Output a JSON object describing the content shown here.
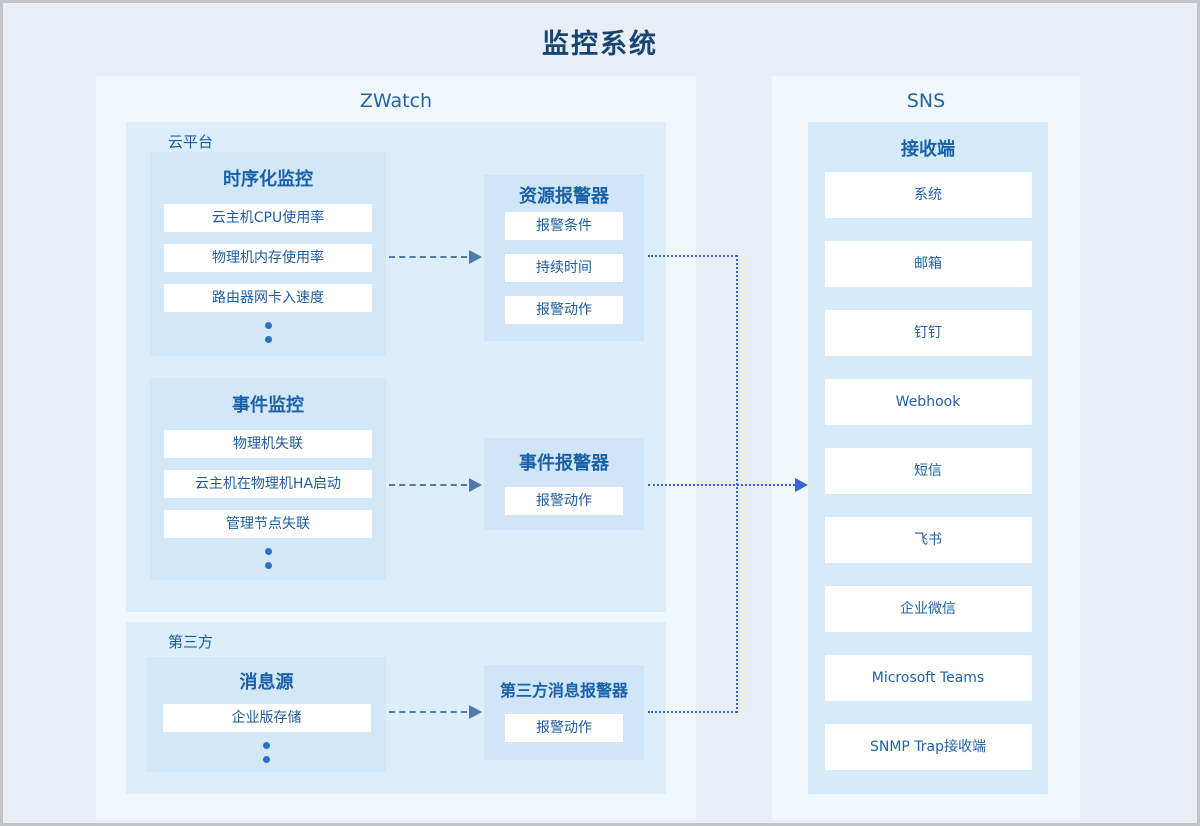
{
  "title": "监控系统",
  "zwatch": {
    "title": "ZWatch",
    "cloud": {
      "label": "云平台",
      "timeseries": {
        "title": "时序化监控",
        "items": [
          "云主机CPU使用率",
          "物理机内存使用率",
          "路由器网卡入速度"
        ]
      },
      "events": {
        "title": "事件监控",
        "items": [
          "物理机失联",
          "云主机在物理机HA启动",
          "管理节点失联"
        ]
      }
    },
    "third_party": {
      "label": "第三方",
      "sources": {
        "title": "消息源",
        "items": [
          "企业版存储"
        ]
      }
    },
    "alarms": {
      "resource": {
        "title": "资源报警器",
        "items": [
          "报警条件",
          "持续时间",
          "报警动作"
        ]
      },
      "event": {
        "title": "事件报警器",
        "items": [
          "报警动作"
        ]
      },
      "third_party": {
        "title": "第三方消息报警器",
        "items": [
          "报警动作"
        ]
      }
    }
  },
  "sns": {
    "title": "SNS",
    "receiver": {
      "title": "接收端",
      "items": [
        "系统",
        "邮箱",
        "钉钉",
        "Webhook",
        "短信",
        "飞书",
        "企业微信",
        "Microsoft Teams",
        "SNMP Trap接收端"
      ]
    }
  },
  "icons": {
    "ellipsis": "vertical-dots",
    "arrowhead": "right-triangle"
  },
  "colors": {
    "page_bg": "#e9edf6",
    "frame_border": "#c2c4c8",
    "panel_bg": "#f0f7fd",
    "section_bg": "#dceefb",
    "box_bg": "#d2e8f9",
    "receiver_box_bg": "#d5ebfb",
    "item_bg": "#ffffff",
    "title_text": "#16466f",
    "header_text": "#1a61a8",
    "item_text": "#1e5d9e",
    "dash_arrow": "#54799f",
    "dotted_connector": "#3e63c8",
    "dots": "#2d71c5"
  }
}
